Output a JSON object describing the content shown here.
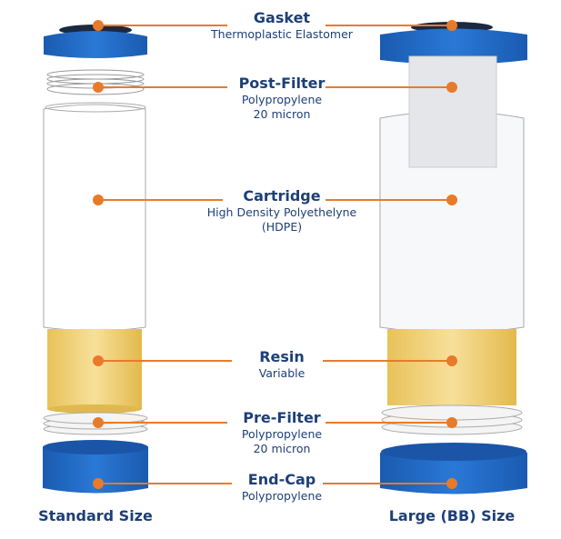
{
  "colors": {
    "accent": "#e87b2a",
    "text": "#1d3f78",
    "cap": "#1f66c2",
    "resin": "#f0d27a"
  },
  "components": [
    {
      "name": "Gasket",
      "material": [
        "Thermoplastic Elastomer"
      ]
    },
    {
      "name": "Post-Filter",
      "material": [
        "Polypropylene",
        "20 micron"
      ]
    },
    {
      "name": "Cartridge",
      "material": [
        "High Density Polyethelyne",
        "(HDPE)"
      ]
    },
    {
      "name": "Resin",
      "material": [
        "Variable"
      ]
    },
    {
      "name": "Pre-Filter",
      "material": [
        "Polypropylene",
        "20 micron"
      ]
    },
    {
      "name": "End-Cap",
      "material": [
        "Polypropylene"
      ]
    }
  ],
  "sizes": {
    "standard": "Standard Size",
    "large": "Large (BB) Size"
  }
}
